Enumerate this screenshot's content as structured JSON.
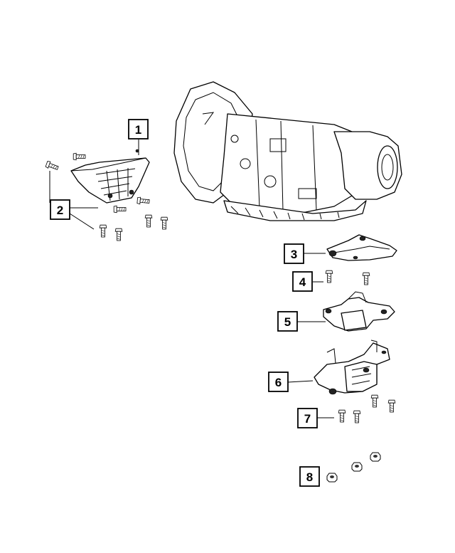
{
  "callouts": [
    {
      "id": "1",
      "label": "1"
    },
    {
      "id": "2",
      "label": "2"
    },
    {
      "id": "3",
      "label": "3"
    },
    {
      "id": "4",
      "label": "4"
    },
    {
      "id": "5",
      "label": "5"
    },
    {
      "id": "6",
      "label": "6"
    },
    {
      "id": "7",
      "label": "7"
    },
    {
      "id": "8",
      "label": "8"
    }
  ],
  "parts": [
    {
      "callout": "1",
      "icon": "transmission-skid-plate-icon"
    },
    {
      "callout": "2",
      "icon": "bolt-icon"
    },
    {
      "callout": "3",
      "icon": "crossmember-bracket-icon"
    },
    {
      "callout": "4",
      "icon": "bolt-icon"
    },
    {
      "callout": "5",
      "icon": "transmission-mount-bracket-icon"
    },
    {
      "callout": "6",
      "icon": "transmission-mount-icon"
    },
    {
      "callout": "7",
      "icon": "bolt-icon"
    },
    {
      "callout": "8",
      "icon": "nut-icon"
    }
  ],
  "assembly": {
    "icon": "transmission-assembly-icon"
  }
}
